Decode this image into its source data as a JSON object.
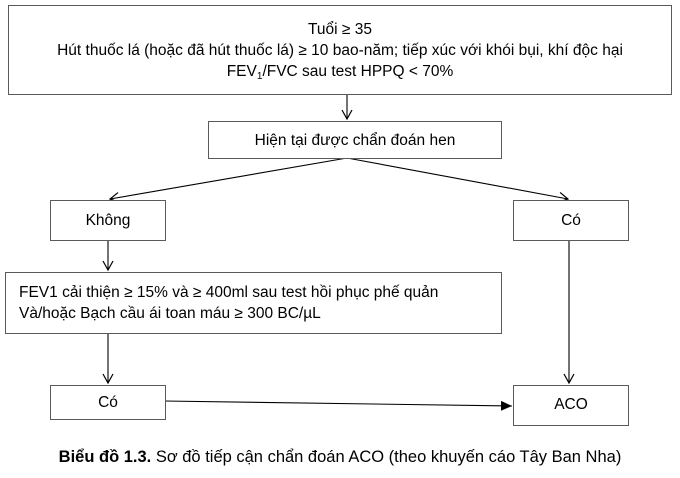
{
  "diagram": {
    "title": "Sơ đồ tiếp cận chẩn đoán ACO",
    "nodes": {
      "criteria": {
        "line1": "Tuổi ≥ 35",
        "line2": "Hút thuốc lá (hoặc đã hút thuốc lá) ≥ 10 bao-năm; tiếp xúc với khói bụi, khí độc hại",
        "line3_prefix": "FEV",
        "line3_sub": "1",
        "line3_suffix": "/FVC sau test HPPQ < 70%"
      },
      "asthma_question": {
        "label": "Hiện tại được chẩn đoán hen"
      },
      "no": {
        "label": "Không"
      },
      "yes_right": {
        "label": "Có"
      },
      "reversibility": {
        "line1": "FEV1 cải thiện ≥ 15% và ≥ 400ml sau test hồi phục phế quản",
        "line2": "Và/hoặc Bạch cầu ái toan máu ≥ 300 BC/µL"
      },
      "yes_left": {
        "label": "Có"
      },
      "aco": {
        "label": "ACO"
      }
    },
    "edges": [
      {
        "from": "criteria",
        "to": "asthma_question"
      },
      {
        "from": "asthma_question",
        "to": "no"
      },
      {
        "from": "asthma_question",
        "to": "yes_right"
      },
      {
        "from": "no",
        "to": "reversibility"
      },
      {
        "from": "reversibility",
        "to": "yes_left"
      },
      {
        "from": "yes_right",
        "to": "aco"
      },
      {
        "from": "yes_left",
        "to": "aco"
      }
    ]
  },
  "caption": {
    "label": "Biểu đồ 1.3.",
    "text": " Sơ đồ tiếp cận chẩn đoán ACO (theo khuyến cáo Tây Ban Nha)"
  }
}
